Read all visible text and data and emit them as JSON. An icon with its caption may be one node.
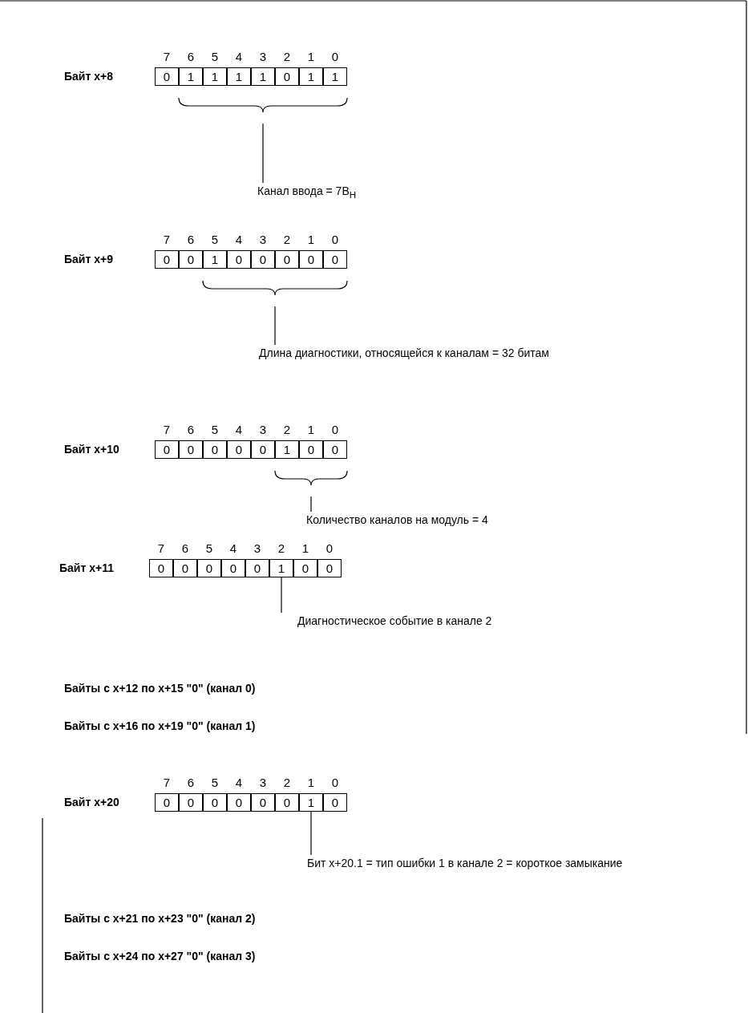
{
  "diagram": {
    "nodes": [
      {
        "text": [
          "Канал ввода = 7B$_{H}$"
        ]
      },
      {
        "text": [
          "Длина диагностики, относящейся к каналам = 32 битам"
        ]
      },
      {
        "text": [
          "Количество каналов на модуль = 4"
        ]
      },
      {
        "text": [
          "1"
        ]
      },
      {
        "text": [
          "Диагностическое событие в канале 2"
        ]
      },
      {
        "text": [
          "1"
        ]
      },
      {
        "text": [
          "Бит x+20.1 = тип ошибки 1 в канале 2 = короткое замыкание"
        ]
      }
    ],
    "edges": [
      {
        "from": 0,
        "to": null,
        "arrow": "none"
      },
      {
        "from": 1,
        "to": null,
        "arrow": "none"
      },
      {
        "from": 2,
        "to": null,
        "arrow": "none"
      },
      {
        "from": 4,
        "to": 3,
        "arrow": "none"
      },
      {
        "from": 6,
        "to": 5,
        "arrow": "none"
      }
    ],
    "labels": [
      "7",
      "6",
      "5",
      "4",
      "3",
      "2",
      "1",
      "0",
      "Байт x+8",
      "0",
      "1",
      "1",
      "1",
      "1",
      "0",
      "1",
      "1",
      "7",
      "6",
      "5",
      "4",
      "3",
      "2",
      "1",
      "0",
      "Байт x+9",
      "0",
      "0",
      "1",
      "0",
      "0",
      "0",
      "0",
      "0",
      "7",
      "6",
      "5",
      "4",
      "3",
      "2",
      "1",
      "0",
      "Байт x+10",
      "0",
      "0",
      "0",
      "0",
      "0",
      "1",
      "0",
      "0",
      "7",
      "6",
      "5",
      "4",
      "3",
      "2",
      "1",
      "0",
      "Байт x+11",
      "0",
      "0",
      "0",
      "0",
      "0",
      "0",
      "0",
      "Байты с x+12 по x+15 \"0\" (канал 0)",
      "Байты с x+16 по x+19 \"0\" (канал 1)",
      "7",
      "6",
      "5",
      "4",
      "3",
      "2",
      "1",
      "0",
      "Байт x+20",
      "0",
      "0",
      "0",
      "0",
      "0",
      "0",
      "0",
      "Байты с x+21 по x+23 \"0\" (канал 2)",
      "Байты с x+24 по x+27 \"0\" (канал 3)"
    ]
  }
}
